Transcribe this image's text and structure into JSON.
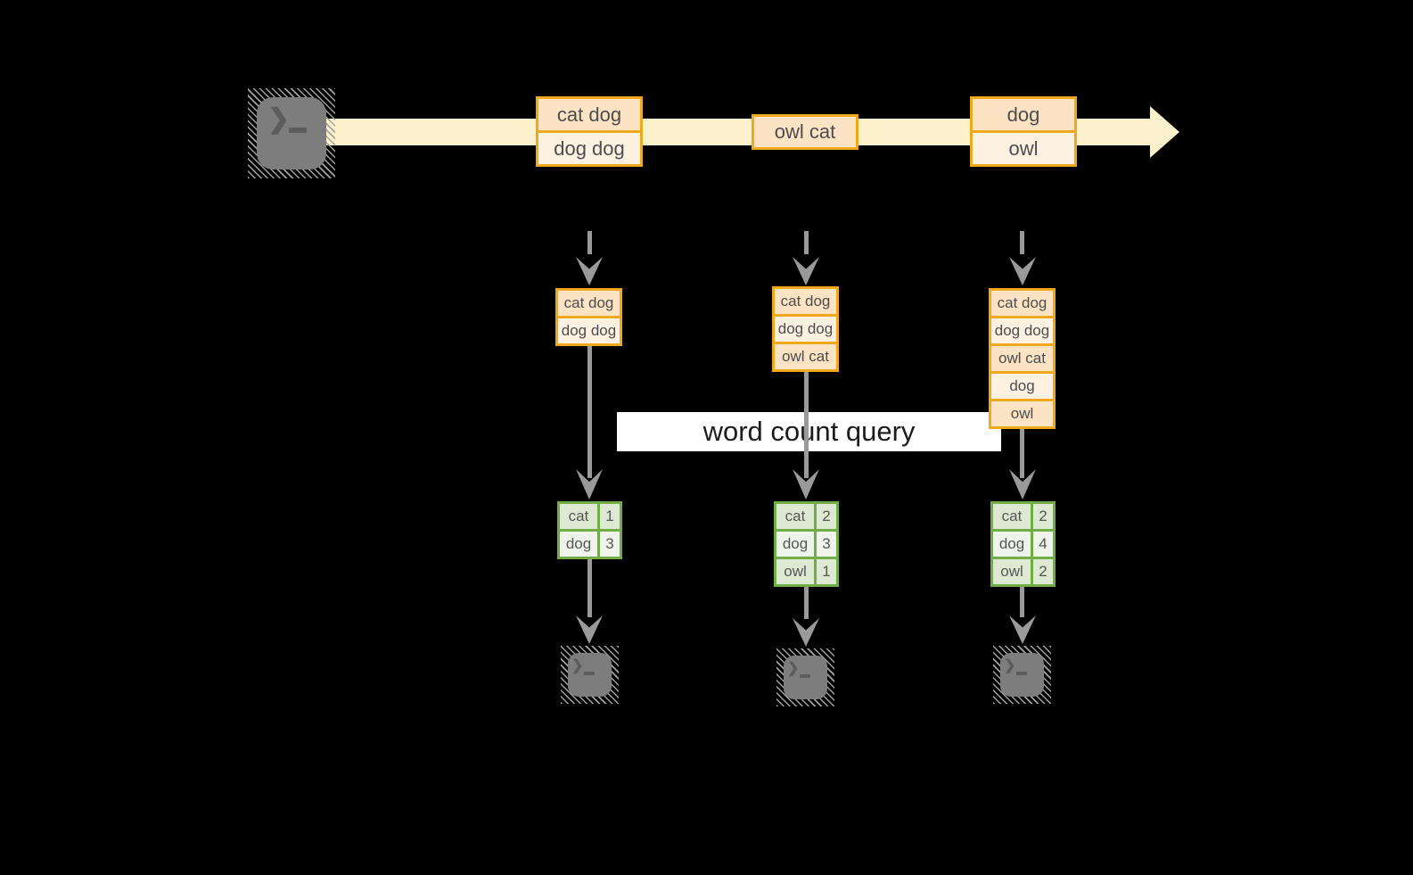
{
  "diagram": {
    "title_label": "word count query",
    "icons": {
      "prompt_glyph": "❯"
    },
    "colors": {
      "background": "#000000",
      "band": "#fcf1cd",
      "box_border": "#f0a91c",
      "box_fill_dark": "#fbe3c3",
      "box_fill_light": "#fdf2e2",
      "table_border": "#70ad47",
      "table_fill_dark": "#dde9d2",
      "table_fill_light": "#eef4e9",
      "arrow_gray": "#9a9a9a",
      "label_bg": "#ffffff",
      "terminal_gray": "#7d7d7d"
    },
    "stream_batches": [
      {
        "messages": [
          "cat dog",
          "dog dog"
        ]
      },
      {
        "messages": [
          "owl cat"
        ]
      },
      {
        "messages": [
          "dog",
          "owl"
        ]
      }
    ],
    "micro_batches": [
      {
        "state": [
          "cat dog",
          "dog dog"
        ],
        "counts": [
          [
            "cat",
            "1"
          ],
          [
            "dog",
            "3"
          ]
        ]
      },
      {
        "state": [
          "cat dog",
          "dog dog",
          "owl cat"
        ],
        "counts": [
          [
            "cat",
            "2"
          ],
          [
            "dog",
            "3"
          ],
          [
            "owl",
            "1"
          ]
        ]
      },
      {
        "state": [
          "cat dog",
          "dog dog",
          "owl cat",
          "dog",
          "owl"
        ],
        "counts": [
          [
            "cat",
            "2"
          ],
          [
            "dog",
            "4"
          ],
          [
            "owl",
            "2"
          ]
        ]
      }
    ]
  }
}
